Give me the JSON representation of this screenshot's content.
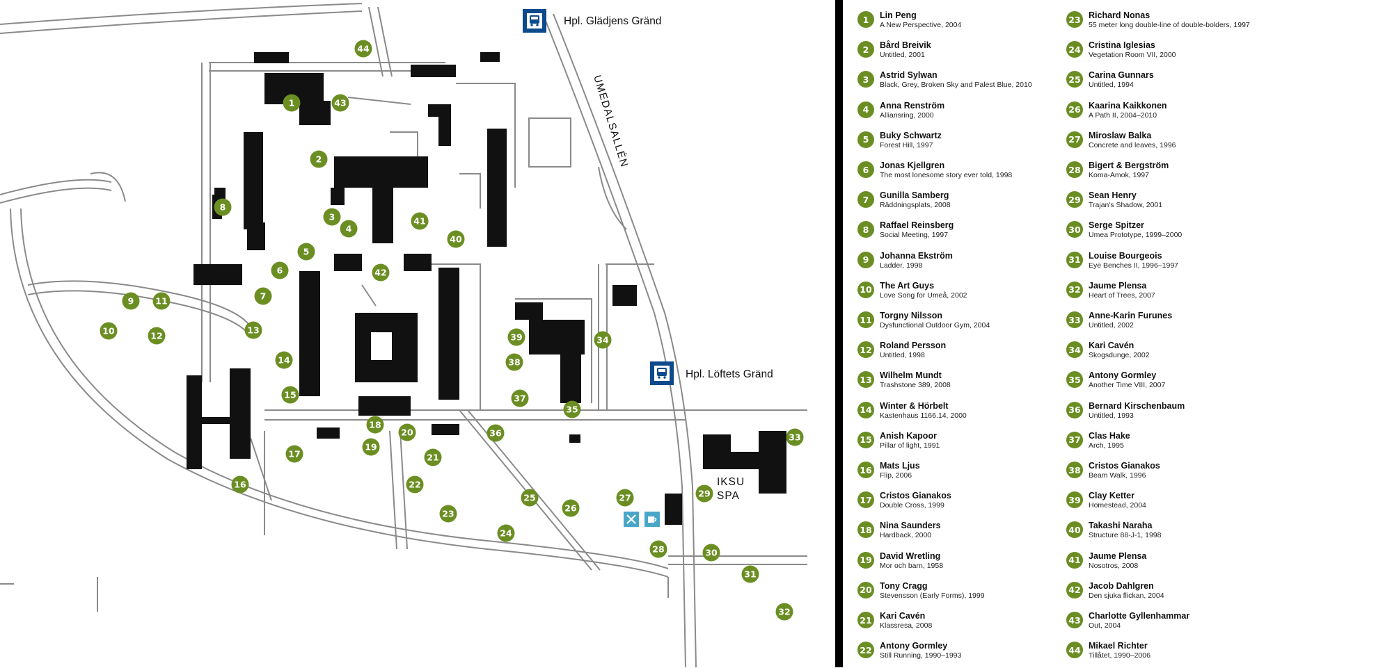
{
  "map": {
    "street_label": "UMEDALSALLÉN",
    "bus_stops": [
      {
        "id": "gladjens",
        "label": "Hpl. Glädjens Gränd"
      },
      {
        "id": "loftets",
        "label": "Hpl. Löftets Gränd"
      }
    ],
    "venue_label_line1": "IKSU",
    "venue_label_line2": "SPA",
    "marker_color": "#6b8e23",
    "bus_icon_color": "#0d4a8c",
    "service_icon_color": "#4aa6c9"
  },
  "legend": {
    "items": [
      {
        "num": "1",
        "artist": "Lin Peng",
        "work": "A New Perspective, 2004"
      },
      {
        "num": "2",
        "artist": "Bård Breivik",
        "work": "Untitled, 2001"
      },
      {
        "num": "3",
        "artist": "Astrid Sylwan",
        "work": "Black, Grey, Broken Sky and Palest Blue, 2010"
      },
      {
        "num": "4",
        "artist": "Anna Renström",
        "work": "Alliansring, 2000"
      },
      {
        "num": "5",
        "artist": "Buky Schwartz",
        "work": "Forest Hill, 1997"
      },
      {
        "num": "6",
        "artist": "Jonas Kjellgren",
        "work": "The most lonesome story ever told, 1998"
      },
      {
        "num": "7",
        "artist": "Gunilla Samberg",
        "work": "Räddningsplats, 2008"
      },
      {
        "num": "8",
        "artist": "Raffael Reinsberg",
        "work": "Social Meeting, 1997"
      },
      {
        "num": "9",
        "artist": "Johanna Ekström",
        "work": "Ladder, 1998"
      },
      {
        "num": "10",
        "artist": "The Art Guys",
        "work": "Love Song for Umeå, 2002"
      },
      {
        "num": "11",
        "artist": "Torgny Nilsson",
        "work": "Dysfunctional Outdoor Gym, 2004"
      },
      {
        "num": "12",
        "artist": "Roland Persson",
        "work": "Untitled, 1998"
      },
      {
        "num": "13",
        "artist": "Wilhelm Mundt",
        "work": "Trashstone 389, 2008"
      },
      {
        "num": "14",
        "artist": "Winter & Hörbelt",
        "work": "Kastenhaus 1166.14, 2000"
      },
      {
        "num": "15",
        "artist": "Anish Kapoor",
        "work": "Pillar of light, 1991"
      },
      {
        "num": "16",
        "artist": "Mats Ljus",
        "work": "Flip, 2006"
      },
      {
        "num": "17",
        "artist": "Cristos Gianakos",
        "work": "Double Cross, 1999"
      },
      {
        "num": "18",
        "artist": "Nina Saunders",
        "work": "Hardback, 2000"
      },
      {
        "num": "19",
        "artist": "David Wretling",
        "work": "Mor och barn, 1958"
      },
      {
        "num": "20",
        "artist": "Tony Cragg",
        "work": "Stevensson (Early Forms), 1999"
      },
      {
        "num": "21",
        "artist": "Kari Cavén",
        "work": "Klassresa, 2008"
      },
      {
        "num": "22",
        "artist": "Antony Gormley",
        "work": "Still Running, 1990–1993"
      },
      {
        "num": "23",
        "artist": "Richard Nonas",
        "work": "55 meter long double-line of double-bolders, 1997"
      },
      {
        "num": "24",
        "artist": "Cristina Iglesias",
        "work": "Vegetation Room VII, 2000"
      },
      {
        "num": "25",
        "artist": "Carina Gunnars",
        "work": "Untitled, 1994"
      },
      {
        "num": "26",
        "artist": "Kaarina Kaikkonen",
        "work": "A Path II, 2004–2010"
      },
      {
        "num": "27",
        "artist": "Miroslaw Balka",
        "work": "Concrete and leaves, 1996"
      },
      {
        "num": "28",
        "artist": "Bigert & Bergström",
        "work": "Koma-Amok, 1997"
      },
      {
        "num": "29",
        "artist": "Sean Henry",
        "work": "Trajan's Shadow, 2001"
      },
      {
        "num": "30",
        "artist": "Serge Spitzer",
        "work": "Umea Prototype, 1999–2000"
      },
      {
        "num": "31",
        "artist": "Louise Bourgeois",
        "work": "Eye Benches II, 1996–1997"
      },
      {
        "num": "32",
        "artist": "Jaume Plensa",
        "work": "Heart of Trees, 2007"
      },
      {
        "num": "33",
        "artist": "Anne-Karin Furunes",
        "work": "Untitled, 2002"
      },
      {
        "num": "34",
        "artist": "Kari Cavén",
        "work": "Skogsdunge, 2002"
      },
      {
        "num": "35",
        "artist": "Antony Gormley",
        "work": "Another Time VIII, 2007"
      },
      {
        "num": "36",
        "artist": "Bernard Kirschenbaum",
        "work": "Untitled, 1993"
      },
      {
        "num": "37",
        "artist": "Clas Hake",
        "work": "Arch, 1995"
      },
      {
        "num": "38",
        "artist": "Cristos Gianakos",
        "work": "Beam Walk, 1996"
      },
      {
        "num": "39",
        "artist": "Clay Ketter",
        "work": "Homestead, 2004"
      },
      {
        "num": "40",
        "artist": "Takashi Naraha",
        "work": "Structure 88-J-1, 1998"
      },
      {
        "num": "41",
        "artist": "Jaume Plensa",
        "work": "Nosotros, 2008"
      },
      {
        "num": "42",
        "artist": "Jacob Dahlgren",
        "work": "Den sjuka flickan, 2004"
      },
      {
        "num": "43",
        "artist": "Charlotte Gyllenhammar",
        "work": "Out, 2004"
      },
      {
        "num": "44",
        "artist": "Mikael Richter",
        "work": "Tillåtet, 1990–2006"
      }
    ]
  }
}
